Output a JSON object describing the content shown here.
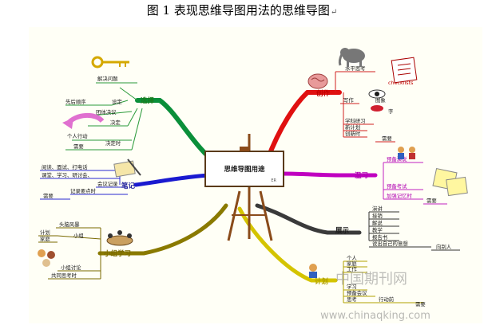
{
  "caption": {
    "text": "图 1 表现思维导图用法的思维导图",
    "return_mark": "↵"
  },
  "center": {
    "title": "思维导图用途",
    "footer": "ER"
  },
  "branches": {
    "choose": {
      "title": "选择",
      "items": [
        "解决问题",
        "先后顺序",
        "设定",
        "团体决议",
        "决定",
        "个人行动",
        "需要",
        "决定时"
      ]
    },
    "create": {
      "title": "创作",
      "items": [
        "水平思考",
        "checklists",
        "写作",
        "图象",
        "字",
        "学科研习",
        "新计划",
        "创新时",
        "需要"
      ]
    },
    "notes": {
      "title": "笔记",
      "items": [
        "阅读、面试、打电话",
        "课堂、学习、研讨会、",
        "会议记录",
        "记录要点时",
        "需要"
      ]
    },
    "review": {
      "title": "温习",
      "items": [
        "预备演说",
        "预备考试",
        "加强记忆时",
        "需要"
      ]
    },
    "present": {
      "title": "展示",
      "items": [
        "演讲",
        "接销",
        "解说",
        "教学",
        "报告书",
        "说出自己的意想",
        "向别人"
      ]
    },
    "group": {
      "title": "小组学习",
      "items": [
        "头脑风暴",
        "计划",
        "家庭",
        "小组",
        "小组讨论",
        "共同思考时"
      ]
    },
    "plan": {
      "title": "计划",
      "items": [
        "个人",
        "家庭",
        "工作",
        "学习",
        "预备会议",
        "思考",
        "行动前",
        "需要"
      ]
    }
  },
  "watermark": {
    "label": "中国期刊网",
    "url": "www.chinaqking.com"
  }
}
